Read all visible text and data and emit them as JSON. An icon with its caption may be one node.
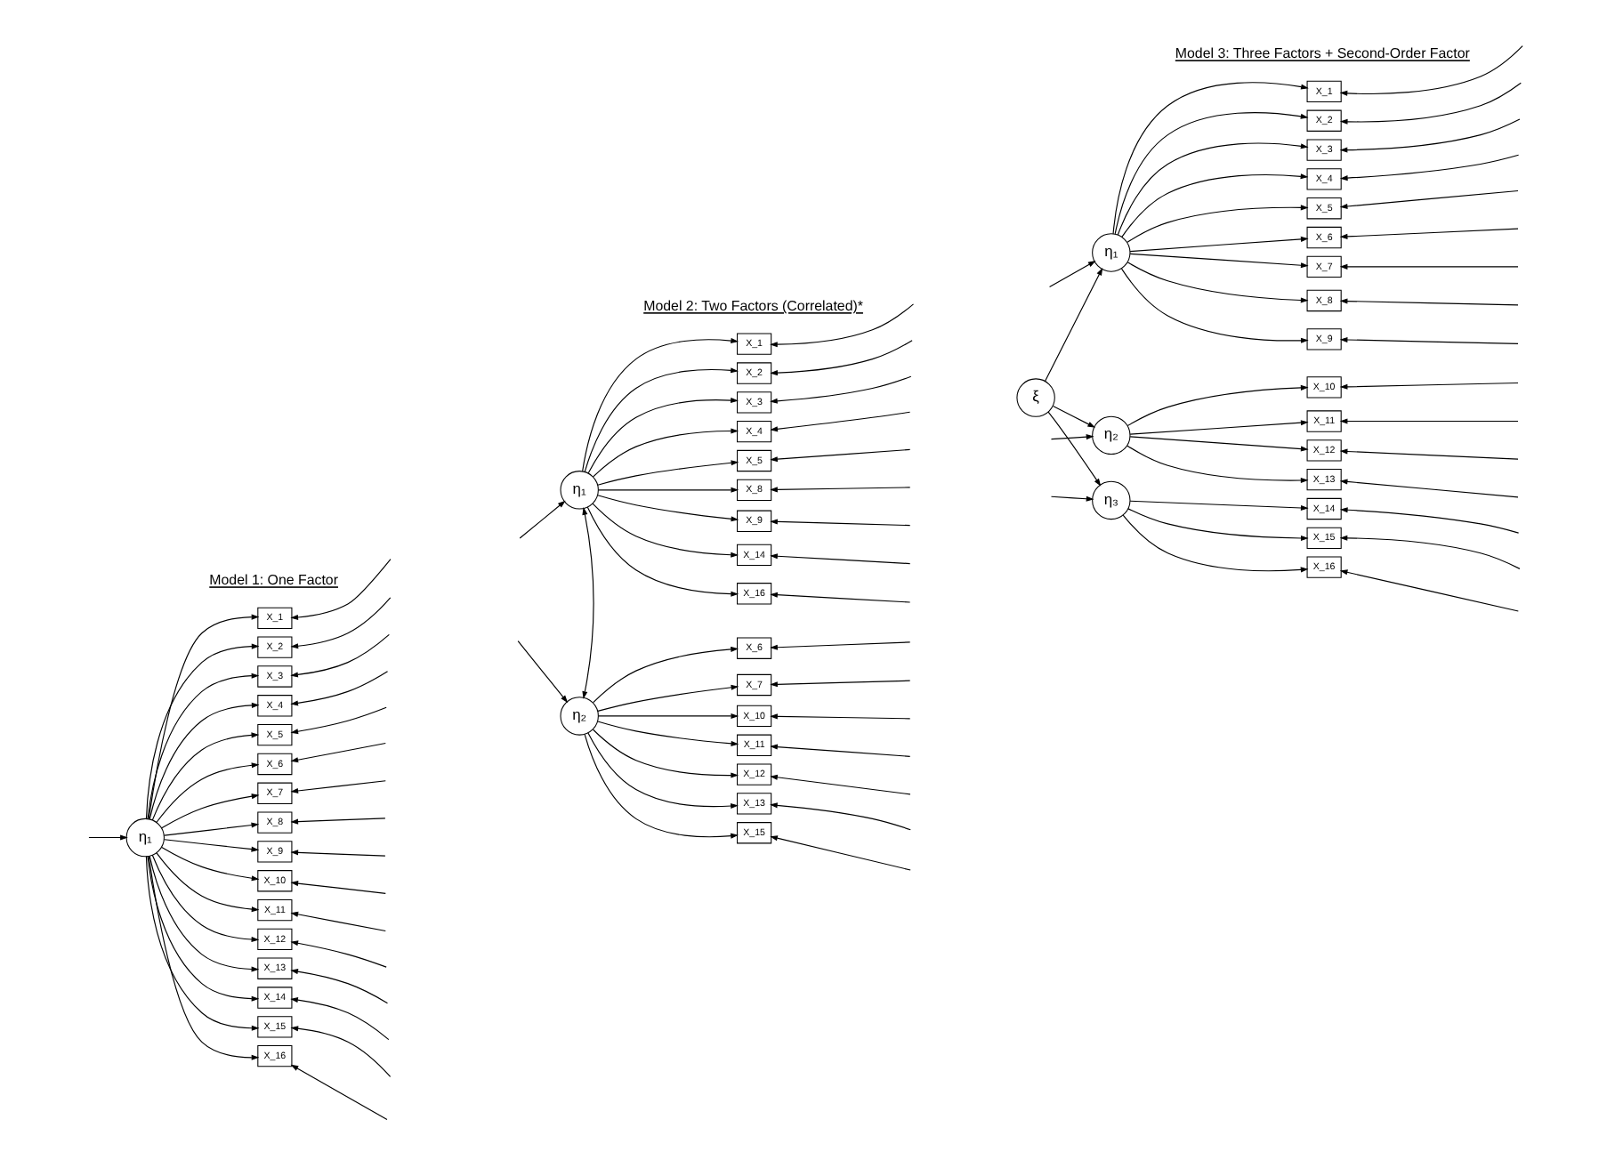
{
  "diagram": {
    "nodes": [
      {
        "text": [
          "η₁"
        ]
      },
      {
        "text": [
          "X_1"
        ]
      },
      {
        "text": [
          "X_2"
        ]
      },
      {
        "text": [
          "X_3"
        ]
      },
      {
        "text": [
          "X_4"
        ]
      },
      {
        "text": [
          "X_5"
        ]
      },
      {
        "text": [
          "X_6"
        ]
      },
      {
        "text": [
          "X_7"
        ]
      },
      {
        "text": [
          "X_8"
        ]
      },
      {
        "text": [
          "X_9"
        ]
      },
      {
        "text": [
          "X_10"
        ]
      },
      {
        "text": [
          "X_11"
        ]
      },
      {
        "text": [
          "X_12"
        ]
      },
      {
        "text": [
          "X_13"
        ]
      },
      {
        "text": [
          "X_14"
        ]
      },
      {
        "text": [
          "X_15"
        ]
      },
      {
        "text": [
          "X_16"
        ]
      },
      {
        "text": [
          "η₁"
        ]
      },
      {
        "text": [
          "η₂"
        ]
      },
      {
        "text": [
          "X_1"
        ]
      },
      {
        "text": [
          "X_2"
        ]
      },
      {
        "text": [
          "X_3"
        ]
      },
      {
        "text": [
          "X_4"
        ]
      },
      {
        "text": [
          "X_5"
        ]
      },
      {
        "text": [
          "X_8"
        ]
      },
      {
        "text": [
          "X_9"
        ]
      },
      {
        "text": [
          "X_14"
        ]
      },
      {
        "text": [
          "X_16"
        ]
      },
      {
        "text": [
          "X_6"
        ]
      },
      {
        "text": [
          "X_7"
        ]
      },
      {
        "text": [
          "X_10"
        ]
      },
      {
        "text": [
          "X_11"
        ]
      },
      {
        "text": [
          "X_12"
        ]
      },
      {
        "text": [
          "X_13"
        ]
      },
      {
        "text": [
          "X_15"
        ]
      },
      {
        "text": [
          "ξ"
        ]
      },
      {
        "text": [
          "η₁"
        ]
      },
      {
        "text": [
          "η₂"
        ]
      },
      {
        "text": [
          "η₃"
        ]
      },
      {
        "text": [
          "X_1"
        ]
      },
      {
        "text": [
          "X_2"
        ]
      },
      {
        "text": [
          "X_3"
        ]
      },
      {
        "text": [
          "X_4"
        ]
      },
      {
        "text": [
          "X_5"
        ]
      },
      {
        "text": [
          "X_6"
        ]
      },
      {
        "text": [
          "X_7"
        ]
      },
      {
        "text": [
          "X_8"
        ]
      },
      {
        "text": [
          "X_9"
        ]
      },
      {
        "text": [
          "X_10"
        ]
      },
      {
        "text": [
          "X_11"
        ]
      },
      {
        "text": [
          "X_12"
        ]
      },
      {
        "text": [
          "X_13"
        ]
      },
      {
        "text": [
          "X_14"
        ]
      },
      {
        "text": [
          "X_15"
        ]
      },
      {
        "text": [
          "X_16"
        ]
      }
    ],
    "edges": [
      {
        "from": null,
        "to": 0,
        "arrow": "to"
      },
      {
        "from": 0,
        "to": 1,
        "arrow": "to"
      },
      {
        "from": 0,
        "to": 2,
        "arrow": "to"
      },
      {
        "from": 0,
        "to": 3,
        "arrow": "to"
      },
      {
        "from": 0,
        "to": 4,
        "arrow": "to"
      },
      {
        "from": 0,
        "to": 5,
        "arrow": "to"
      },
      {
        "from": 0,
        "to": 6,
        "arrow": "to"
      },
      {
        "from": 0,
        "to": 7,
        "arrow": "to"
      },
      {
        "from": 0,
        "to": 8,
        "arrow": "to"
      },
      {
        "from": 0,
        "to": 9,
        "arrow": "to"
      },
      {
        "from": 0,
        "to": 10,
        "arrow": "to"
      },
      {
        "from": 0,
        "to": 11,
        "arrow": "to"
      },
      {
        "from": 0,
        "to": 12,
        "arrow": "to"
      },
      {
        "from": 0,
        "to": 13,
        "arrow": "to"
      },
      {
        "from": 0,
        "to": 14,
        "arrow": "to"
      },
      {
        "from": 0,
        "to": 15,
        "arrow": "to"
      },
      {
        "from": 0,
        "to": 16,
        "arrow": "to"
      },
      {
        "from": null,
        "to": 1,
        "arrow": "to"
      },
      {
        "from": null,
        "to": 2,
        "arrow": "to"
      },
      {
        "from": null,
        "to": 3,
        "arrow": "to"
      },
      {
        "from": null,
        "to": 4,
        "arrow": "to"
      },
      {
        "from": null,
        "to": 5,
        "arrow": "to"
      },
      {
        "from": null,
        "to": 6,
        "arrow": "to"
      },
      {
        "from": null,
        "to": 7,
        "arrow": "to"
      },
      {
        "from": null,
        "to": 8,
        "arrow": "to"
      },
      {
        "from": null,
        "to": 9,
        "arrow": "to"
      },
      {
        "from": null,
        "to": 10,
        "arrow": "to"
      },
      {
        "from": null,
        "to": 11,
        "arrow": "to"
      },
      {
        "from": null,
        "to": 12,
        "arrow": "to"
      },
      {
        "from": null,
        "to": 13,
        "arrow": "to"
      },
      {
        "from": null,
        "to": 14,
        "arrow": "to"
      },
      {
        "from": null,
        "to": 15,
        "arrow": "to"
      },
      {
        "from": null,
        "to": 16,
        "arrow": "to"
      },
      {
        "from": null,
        "to": 17,
        "arrow": "to"
      },
      {
        "from": null,
        "to": 18,
        "arrow": "to"
      },
      {
        "from": 17,
        "to": 18,
        "arrow": "both"
      },
      {
        "from": 17,
        "to": 19,
        "arrow": "to"
      },
      {
        "from": 17,
        "to": 20,
        "arrow": "to"
      },
      {
        "from": 17,
        "to": 21,
        "arrow": "to"
      },
      {
        "from": 17,
        "to": 22,
        "arrow": "to"
      },
      {
        "from": 17,
        "to": 23,
        "arrow": "to"
      },
      {
        "from": 17,
        "to": 24,
        "arrow": "to"
      },
      {
        "from": 17,
        "to": 25,
        "arrow": "to"
      },
      {
        "from": 17,
        "to": 26,
        "arrow": "to"
      },
      {
        "from": 17,
        "to": 27,
        "arrow": "to"
      },
      {
        "from": 18,
        "to": 28,
        "arrow": "to"
      },
      {
        "from": 18,
        "to": 29,
        "arrow": "to"
      },
      {
        "from": 18,
        "to": 30,
        "arrow": "to"
      },
      {
        "from": 18,
        "to": 31,
        "arrow": "to"
      },
      {
        "from": 18,
        "to": 32,
        "arrow": "to"
      },
      {
        "from": 18,
        "to": 33,
        "arrow": "to"
      },
      {
        "from": 18,
        "to": 34,
        "arrow": "to"
      },
      {
        "from": null,
        "to": 19,
        "arrow": "to"
      },
      {
        "from": null,
        "to": 20,
        "arrow": "to"
      },
      {
        "from": null,
        "to": 21,
        "arrow": "to"
      },
      {
        "from": null,
        "to": 22,
        "arrow": "to"
      },
      {
        "from": null,
        "to": 23,
        "arrow": "to"
      },
      {
        "from": null,
        "to": 24,
        "arrow": "to"
      },
      {
        "from": null,
        "to": 25,
        "arrow": "to"
      },
      {
        "from": null,
        "to": 26,
        "arrow": "to"
      },
      {
        "from": null,
        "to": 27,
        "arrow": "to"
      },
      {
        "from": null,
        "to": 28,
        "arrow": "to"
      },
      {
        "from": null,
        "to": 29,
        "arrow": "to"
      },
      {
        "from": null,
        "to": 30,
        "arrow": "to"
      },
      {
        "from": null,
        "to": 31,
        "arrow": "to"
      },
      {
        "from": null,
        "to": 32,
        "arrow": "to"
      },
      {
        "from": null,
        "to": 33,
        "arrow": "to"
      },
      {
        "from": null,
        "to": 34,
        "arrow": "to"
      },
      {
        "from": 35,
        "to": 36,
        "arrow": "to"
      },
      {
        "from": 35,
        "to": 37,
        "arrow": "to"
      },
      {
        "from": 35,
        "to": 38,
        "arrow": "to"
      },
      {
        "from": null,
        "to": 36,
        "arrow": "to"
      },
      {
        "from": null,
        "to": 37,
        "arrow": "to"
      },
      {
        "from": null,
        "to": 38,
        "arrow": "to"
      },
      {
        "from": 36,
        "to": 39,
        "arrow": "to"
      },
      {
        "from": 36,
        "to": 40,
        "arrow": "to"
      },
      {
        "from": 36,
        "to": 41,
        "arrow": "to"
      },
      {
        "from": 36,
        "to": 42,
        "arrow": "to"
      },
      {
        "from": 36,
        "to": 43,
        "arrow": "to"
      },
      {
        "from": 36,
        "to": 44,
        "arrow": "to"
      },
      {
        "from": 36,
        "to": 45,
        "arrow": "to"
      },
      {
        "from": 36,
        "to": 46,
        "arrow": "to"
      },
      {
        "from": 36,
        "to": 47,
        "arrow": "to"
      },
      {
        "from": 37,
        "to": 48,
        "arrow": "to"
      },
      {
        "from": 37,
        "to": 49,
        "arrow": "to"
      },
      {
        "from": 37,
        "to": 50,
        "arrow": "to"
      },
      {
        "from": 37,
        "to": 51,
        "arrow": "to"
      },
      {
        "from": 38,
        "to": 52,
        "arrow": "to"
      },
      {
        "from": 38,
        "to": 53,
        "arrow": "to"
      },
      {
        "from": 38,
        "to": 54,
        "arrow": "to"
      },
      {
        "from": null,
        "to": 39,
        "arrow": "to"
      },
      {
        "from": null,
        "to": 40,
        "arrow": "to"
      },
      {
        "from": null,
        "to": 41,
        "arrow": "to"
      },
      {
        "from": null,
        "to": 42,
        "arrow": "to"
      },
      {
        "from": null,
        "to": 43,
        "arrow": "to"
      },
      {
        "from": null,
        "to": 44,
        "arrow": "to"
      },
      {
        "from": null,
        "to": 45,
        "arrow": "to"
      },
      {
        "from": null,
        "to": 46,
        "arrow": "to"
      },
      {
        "from": null,
        "to": 47,
        "arrow": "to"
      },
      {
        "from": null,
        "to": 48,
        "arrow": "to"
      },
      {
        "from": null,
        "to": 49,
        "arrow": "to"
      },
      {
        "from": null,
        "to": 50,
        "arrow": "to"
      },
      {
        "from": null,
        "to": 51,
        "arrow": "to"
      },
      {
        "from": null,
        "to": 52,
        "arrow": "to"
      },
      {
        "from": null,
        "to": 53,
        "arrow": "to"
      },
      {
        "from": null,
        "to": 54,
        "arrow": "to"
      }
    ],
    "labels": [
      "Model 1: One Factor",
      "Model 2: Two Factors (Correlated)*",
      "Model 3: Three Factors + Second-Order Factor"
    ]
  }
}
